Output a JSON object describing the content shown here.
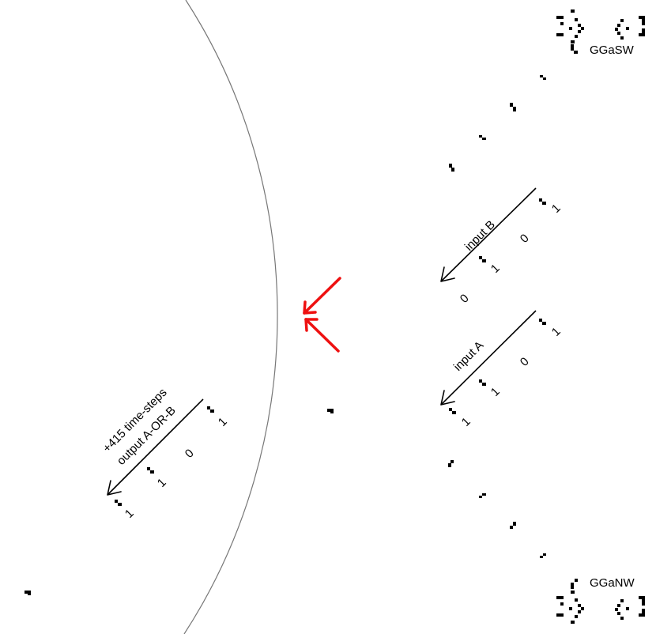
{
  "labels": {
    "ggasw": "GGaSW",
    "gganw": "GGaNW",
    "input_b": "input B",
    "input_a": "input A",
    "output_line1": "+415 time-steps",
    "output_line2": "output A-OR-B"
  },
  "streams": {
    "input_b": {
      "bits": [
        "1",
        "0",
        "1",
        "0"
      ]
    },
    "input_a": {
      "bits": [
        "1",
        "0",
        "1",
        "1"
      ]
    },
    "output": {
      "bits": [
        "1",
        "0",
        "1",
        "1"
      ]
    }
  },
  "colors": {
    "signal_arrows": "#ee1111",
    "boundary": "#777777",
    "cells": "#000000"
  },
  "icons": {
    "gun_glyph": "glider-gun-pattern",
    "glider_glyph": "glider-pattern",
    "direction_arrows": "red-chevron-arrows"
  }
}
